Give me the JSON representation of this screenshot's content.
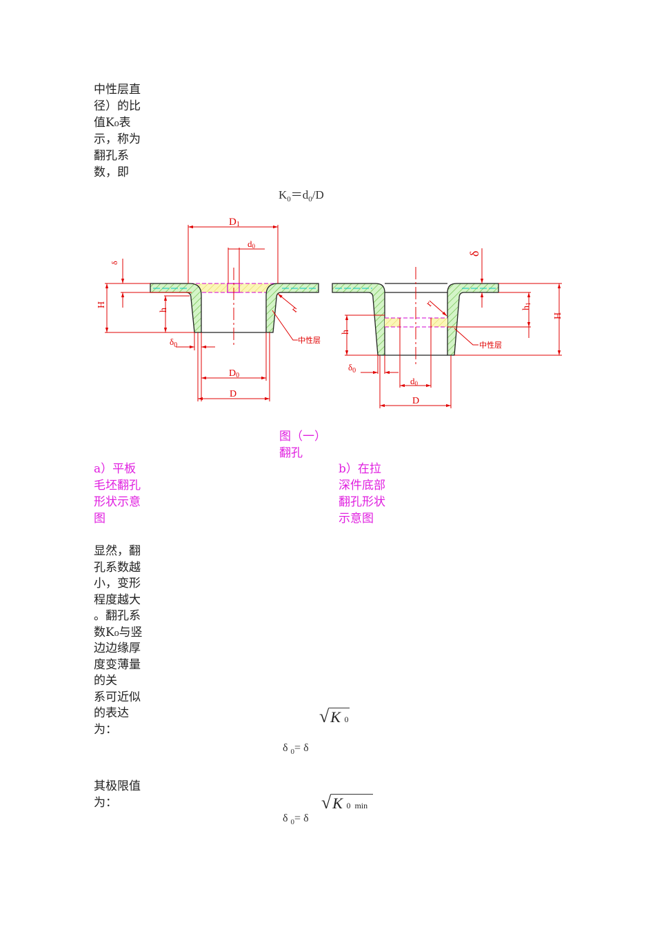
{
  "intro_lines": [
    "中性层直",
    "径）的比",
    "值K₀表",
    "示，称为",
    "翻孔系",
    "数，即"
  ],
  "formula_k0": {
    "lhs": "K",
    "lhs_sub": "0",
    "eq": "＝d",
    "eq_sub": "0",
    "rhs": "/D"
  },
  "figure": {
    "left_labels": {
      "D1": "D",
      "D1_sub": "1",
      "d0": "d",
      "d0_sub": "0",
      "delta": "δ",
      "H": "H",
      "h": "h",
      "delta0": "δ",
      "delta0_sub": "0",
      "D0": "D",
      "D0_sub": "0",
      "D": "D",
      "r": "r",
      "neutral": "中性层"
    },
    "right_labels": {
      "delta": "δ",
      "h1": "h",
      "h1_sub": "1",
      "H": "H",
      "h": "h",
      "delta0": "δ",
      "delta0_sub": "0",
      "d0": "d",
      "d0_sub": "0",
      "D": "D",
      "r": "r",
      "neutral": "中性层"
    },
    "colors": {
      "dim": "#e00000",
      "hatch": "#7cc050",
      "fill": "#c8f0c0",
      "neutral_line": "#00c8c8",
      "dash": "#d000d0",
      "yellow": "#f6f090",
      "outline": "#202020"
    }
  },
  "caption": {
    "title": "图（一）",
    "subtitle": "翻孔"
  },
  "caption_a": [
    "a）平板",
    "毛坯翻孔",
    "形状示意",
    "图"
  ],
  "caption_b": [
    "b）在拉",
    "深件底部",
    "翻孔形状",
    "示意图"
  ],
  "para2_lines": [
    "显然，翻",
    "孔系数越",
    "小，变形",
    "程度越大",
    "。翻孔系",
    "数K₀与竖",
    "边边缘厚",
    "度变薄量",
    "的关",
    "系可近似",
    "的表达",
    "为："
  ],
  "formula1": {
    "sqrt_var": "K",
    "sqrt_sub": "0",
    "lhs": "δ",
    "lhs_sub": "0",
    "eq": "= δ"
  },
  "para3_lines": [
    "其极限值",
    "为："
  ],
  "formula2": {
    "sqrt_var": "K",
    "sqrt_sub": "0  min",
    "lhs": "δ",
    "lhs_sub": "0",
    "eq": "= δ"
  }
}
